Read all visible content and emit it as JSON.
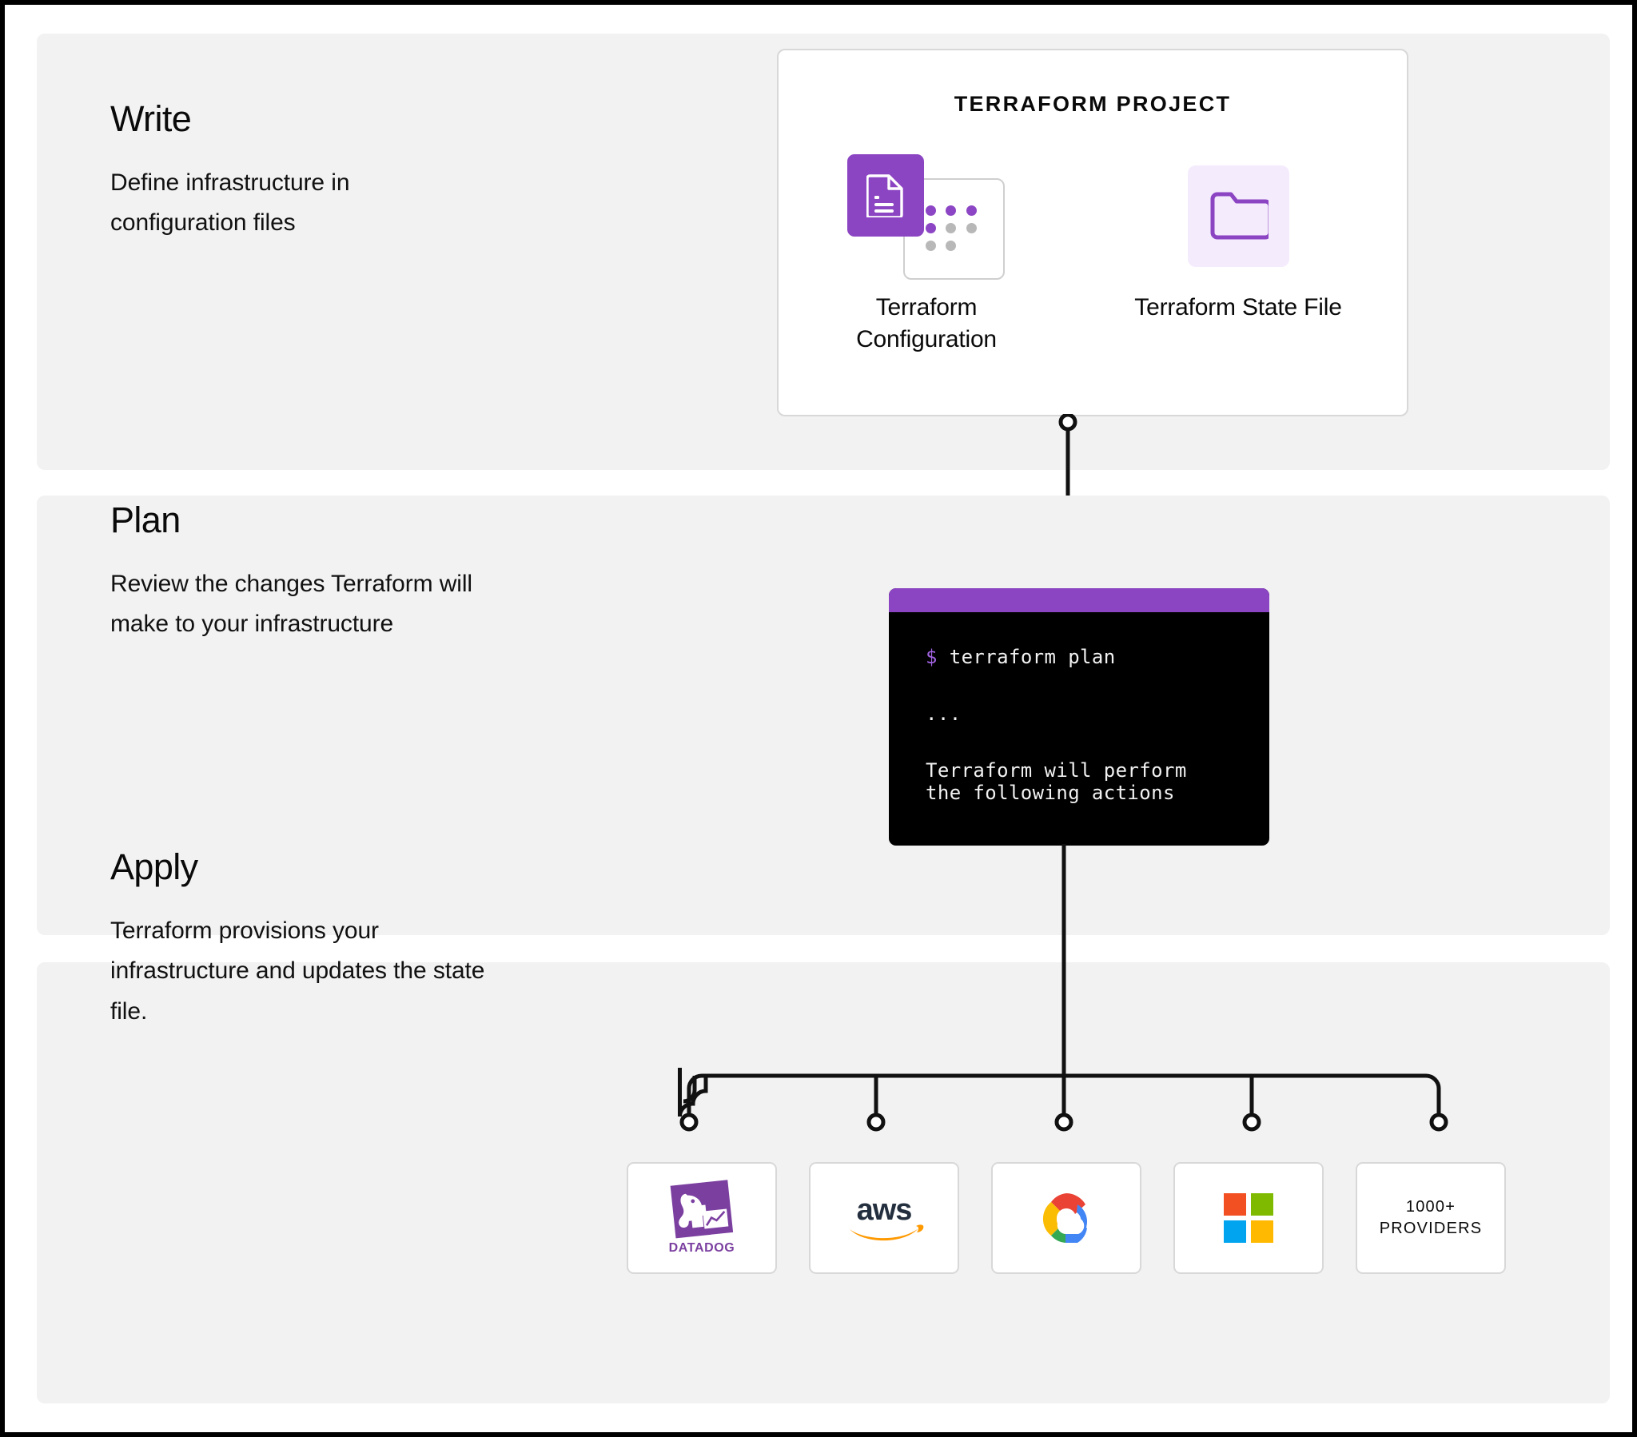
{
  "diagram": {
    "title": "Terraform core workflow",
    "accent_color": "#8b44c2",
    "panel_bg": "#f2f2f2"
  },
  "steps": [
    {
      "id": "write",
      "title": "Write",
      "description": "Define infrastructure in configuration files"
    },
    {
      "id": "plan",
      "title": "Plan",
      "description": "Review the changes Terraform will make to your infrastructure"
    },
    {
      "id": "apply",
      "title": "Apply",
      "description": "Terraform provisions your infrastructure and updates the state file."
    }
  ],
  "project_card": {
    "heading": "TERRAFORM PROJECT",
    "assets": [
      {
        "label": "Terraform Configuration",
        "icon": "document-icon"
      },
      {
        "label": "Terraform State File",
        "icon": "folder-icon"
      }
    ]
  },
  "terminal": {
    "prompt_symbol": "$",
    "command": "terraform plan",
    "ellipsis": "...",
    "output_line_1": "Terraform will perform",
    "output_line_2": "the following actions"
  },
  "providers": [
    {
      "name": "Datadog",
      "icon": "datadog-logo",
      "text": ""
    },
    {
      "name": "AWS",
      "icon": "aws-logo",
      "text": ""
    },
    {
      "name": "Google Cloud",
      "icon": "google-cloud-logo",
      "text": ""
    },
    {
      "name": "Microsoft Azure",
      "icon": "microsoft-logo",
      "text": ""
    },
    {
      "name": "Other providers",
      "icon": "text-only",
      "text_line_1": "1000+",
      "text_line_2": "PROVIDERS"
    }
  ]
}
